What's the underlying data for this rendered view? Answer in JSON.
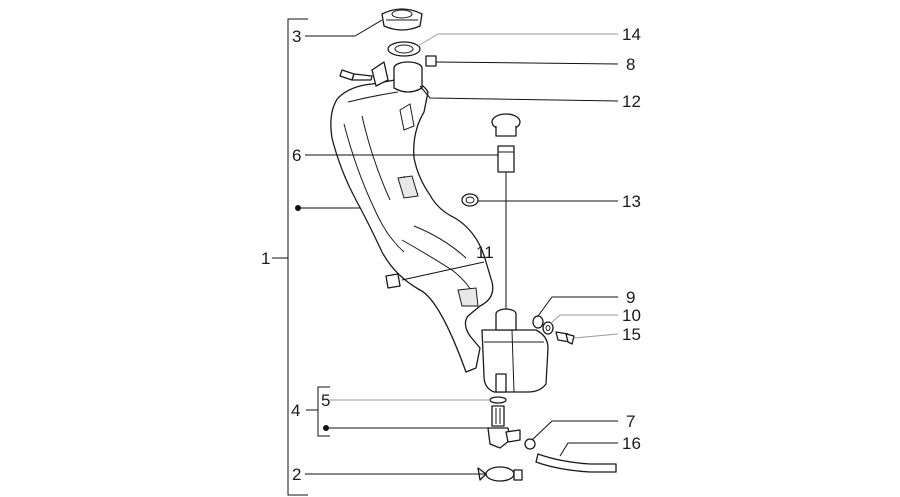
{
  "callouts": {
    "c1": "1",
    "c2": "2",
    "c3": "3",
    "c4": "4",
    "c5": "5",
    "c6": "6",
    "c7": "7",
    "c8": "8",
    "c9": "9",
    "c10": "10",
    "c11": "11",
    "c12": "12",
    "c13": "13",
    "c14": "14",
    "c15": "15",
    "c16": "16"
  },
  "colors": {
    "line": "#1a1a1a",
    "leader_secondary": "#9a9a9a",
    "background": "#ffffff"
  }
}
